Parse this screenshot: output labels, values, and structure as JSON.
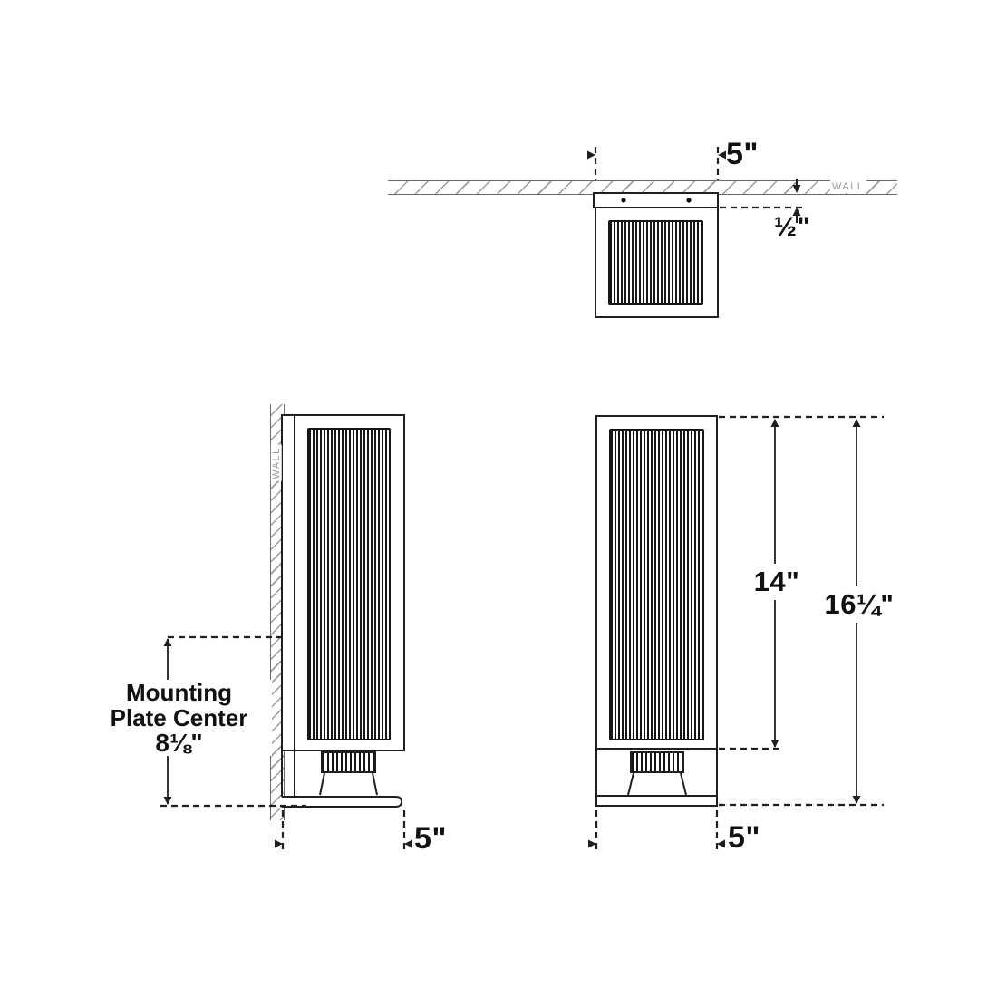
{
  "drawing": {
    "wall_label": "WALL",
    "dims": {
      "top_width": "5\"",
      "plate_offset": "½\"",
      "mounting_label_line1": "Mounting",
      "mounting_label_line2": "Plate Center",
      "mounting_value": "8⅛\"",
      "side_depth": "5\"",
      "shade_height": "14\"",
      "overall_height": "16¼\"",
      "front_width": "5\""
    },
    "colors": {
      "line": "#1f1f1f",
      "wall_line": "#6a6a6a",
      "hatch": "#9b9b9b",
      "wall_text": "#9b9b9b",
      "background": "#ffffff"
    }
  }
}
